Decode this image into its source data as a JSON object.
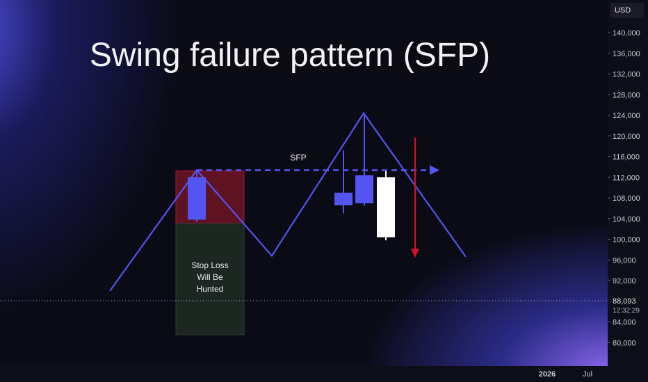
{
  "chart_data": {
    "type": "candlestick",
    "title": "Swing failure pattern (SFP)",
    "currency": "USD",
    "y_ticks": [
      140000,
      136000,
      132000,
      128000,
      124000,
      120000,
      116000,
      112000,
      108000,
      104000,
      100000,
      96000,
      92000,
      84000,
      80000
    ],
    "y_tick_labels": [
      "140,000",
      "136,000",
      "132,000",
      "128,000",
      "124,000",
      "120,000",
      "116,000",
      "112,000",
      "108,000",
      "104,000",
      "100,000",
      "96,000",
      "92,000",
      "84,000",
      "80,000"
    ],
    "current_price": {
      "value": 88093,
      "label": "88,093",
      "countdown": "12:32:29"
    },
    "x_labels": [
      "2026",
      "Jul"
    ],
    "annotation_sfp": "SFP",
    "annotation_stoploss": [
      "Stop Loss",
      "Will Be",
      "Hunted"
    ],
    "zigzag": [
      90000,
      113400,
      96800,
      124400,
      96600
    ],
    "level": 113400,
    "candles": [
      {
        "open": 103800,
        "high": 113400,
        "low": 103400,
        "close": 112000,
        "color": "#5454f0"
      },
      {
        "open": 106600,
        "high": 117200,
        "low": 105000,
        "close": 109000,
        "color": "#5454f0"
      },
      {
        "open": 107000,
        "high": 124000,
        "low": 106500,
        "close": 112400,
        "color": "#5454f0"
      },
      {
        "open": 112000,
        "high": 113400,
        "low": 99800,
        "close": 100400,
        "color": "#ffffff"
      }
    ],
    "colors": {
      "zigzag": "#5454f0",
      "candle_bull": "#5454f0",
      "candle_bear": "#ffffff",
      "arrow_down": "#d4112d",
      "stop_zone_red": "#6e1425",
      "stop_zone_green": "#1f2a24"
    }
  }
}
